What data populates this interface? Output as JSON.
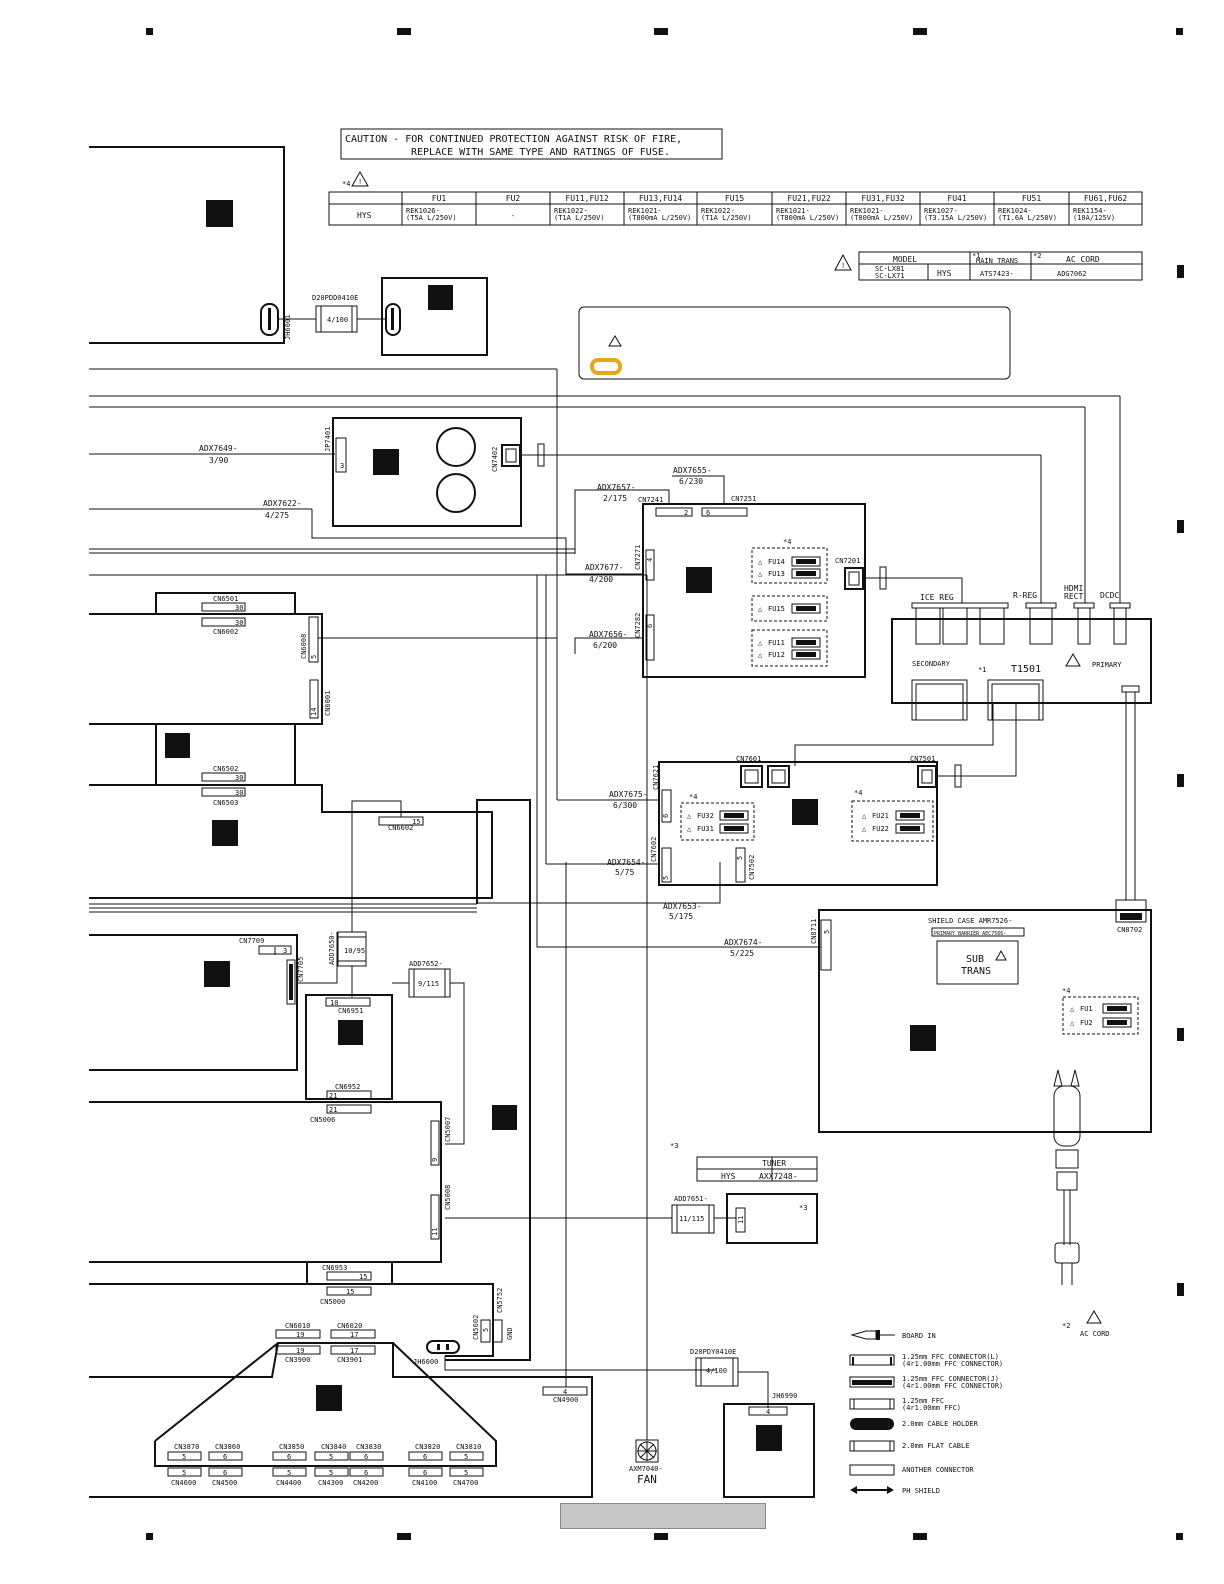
{
  "caution": {
    "line1": "CAUTION - FOR CONTINUED PROTECTION AGAINST RISK OF FIRE,",
    "line2": "REPLACE WITH SAME TYPE AND RATINGS OF FUSE."
  },
  "fuse_table": {
    "note": "*4",
    "columns": [
      "FU1",
      "FU2",
      "FU11,FU12",
      "FU13,FU14",
      "FU15",
      "FU21,FU22",
      "FU31,FU32",
      "FU41",
      "FU51",
      "FU61,FU62"
    ],
    "row_label": "HYS",
    "values": [
      [
        "REK1026-",
        "(T5A L/250V)"
      ],
      [
        "-",
        ""
      ],
      [
        "REK1022-",
        "(T1A L/250V)"
      ],
      [
        "REK1021-",
        "(T800mA L/250V)"
      ],
      [
        "REK1022-",
        "(T1A L/250V)"
      ],
      [
        "REK1021-",
        "(T800mA L/250V)"
      ],
      [
        "REK1021-",
        "(T800mA L/250V)"
      ],
      [
        "REK1027-",
        "(T3.15A L/250V)"
      ],
      [
        "REK1024-",
        "(T1.6A L/250V)"
      ],
      [
        "REK1154-",
        "(10A/125V)"
      ]
    ]
  },
  "model_table": {
    "model_header": "MODEL",
    "trans_note": "*1",
    "trans_header": "MAIN TRANS",
    "cord_note": "*2",
    "cord_header": "AC  CORD",
    "models": [
      "SC-LX81",
      "SC-LX71"
    ],
    "region": "HYS",
    "trans": "ATS7423-",
    "cord": "ADG7062"
  },
  "tuner_table": {
    "note": "*3",
    "header": "TUNER",
    "region": "HYS",
    "part": "AXX7248-"
  },
  "labels": {
    "dp_flat1": "D20PDD0410E",
    "dp_flat1_pins": "4/100",
    "jh_left": "JH6001",
    "jp7401": "JP7401",
    "jp7401_pin": "3",
    "cn7402": "CN7402",
    "adx7649": "ADX7649-",
    "adx7649_pins": "3/90",
    "adx7622": "ADX7622-",
    "adx7622_pins": "4/275",
    "adx7655": "ADX7655-",
    "adx7655_pins": "6/230",
    "adx7657": "ADX7657-",
    "adx7657_pins": "2/175",
    "cn7241": "CN7241",
    "cn7241_pin": "2",
    "cn7251": "CN7251",
    "cn7251_pin": "6",
    "cn7271": "CN7271",
    "cn7271_pin": "4",
    "cn7282": "CN7282",
    "cn7282_pin": "6",
    "adx7677": "ADX7677-",
    "adx7677_pins": "4/200",
    "adx7656": "ADX7656-",
    "adx7656_pins": "6/200",
    "cn7201": "CN7201",
    "fu14": "FU14",
    "fu13": "FU13",
    "fu15": "FU15",
    "fu11": "FU11",
    "fu12": "FU12",
    "star4": "*4",
    "cn6501": "CN6501",
    "cn6501_pin": "30",
    "cn6002_pin": "30",
    "cn6002": "CN6002",
    "cn6008": "CN6008",
    "cn6008_pin": "5",
    "cn6001": "CN6001",
    "cn6001_pin": "14",
    "cn6502": "CN6502",
    "cn6502_pin": "30",
    "cn6503_pin": "30",
    "cn6503": "CN6503",
    "cn6602_pin": "15",
    "cn6602": "CN6602",
    "ice_reg": "ICE REG",
    "r_reg": "R-REG",
    "hdmi_rect1": "HDMI",
    "hdmi_rect2": "RECT",
    "dcdc": "DCDC",
    "secondary": "SECONDARY",
    "primary": "PRIMARY",
    "star1": "*1",
    "t1501": "T1501",
    "cn7601": "CN7601",
    "cn7501": "CN7501",
    "cn7621": "CN7621",
    "cn7621_pin": "6",
    "adx7675": "ADX7675-",
    "adx7675_pins": "6/300",
    "fu32": "FU32",
    "fu31": "FU31",
    "fu21": "FU21",
    "fu22": "FU22",
    "cn7602": "CN7602",
    "cn7602_pin": "5",
    "cn7502": "CN7502",
    "cn7502_pin": "5",
    "adx7654": "ADX7654-",
    "adx7654_pins": "5/75",
    "adx7653": "ADX7653-",
    "adx7653_pins": "5/175",
    "adx7674": "ADX7674-",
    "adx7674_pins": "5/225",
    "cn8711": "CN8711",
    "cn8711_pin": "5",
    "cn8702": "CN8702",
    "shield_case": "SHIELD CASE  AMR7526-",
    "primary_barrier": "PRIMARY BARRIER AEC7566-",
    "sub1": "SUB",
    "sub2": "TRANS",
    "fu1": "FU1",
    "fu2": "FU2",
    "cn7709": "CN7709",
    "cn7709_pin": "3",
    "cn7705": "CN7705",
    "add7650": "ADD7650-",
    "add7650_pins": "10/95",
    "add7652": "ADD7652-",
    "add7652_pins": "9/115",
    "cn6951_pin": "10",
    "cn6951": "CN6951",
    "cn6952": "CN6952",
    "cn6952_pin": "21",
    "cn5006_pin": "21",
    "cn5006": "CN5006",
    "cn5007": "CN5007",
    "cn5007_pin": "9",
    "cn5008": "CN5008",
    "cn5008_pin": "11",
    "star3": "*3",
    "add7651": "ADD7651-",
    "add7651_pins": "11/115",
    "tuner_star3": "*3",
    "tuner_pin": "11",
    "cn6953": "CN6953",
    "cn6953_pin": "15",
    "cn5000_pin": "15",
    "cn5000": "CN5000",
    "cn5752": "CN5752",
    "cn5602": "CN5602",
    "cn5602_pin": "5",
    "gnd": "GND",
    "cn6010": "CN6010",
    "cn6010_pin": "19",
    "cn6020": "CN6020",
    "cn6020_pin": "17",
    "cn3900_pin": "19",
    "cn3900": "CN3900",
    "cn3901_pin": "17",
    "cn3901": "CN3901",
    "jh6000": "JH6000",
    "cn4900_pin": "4",
    "cn4900": "CN4900",
    "d20pdy": "D20PDY0410E",
    "d20pdy_pins": "4/100",
    "jh6990": "JH6990",
    "jh6990_pin": "4",
    "fan_part": "AXM7040-",
    "fan": "FAN",
    "cn3870": "CN3870",
    "cn3860": "CN3860",
    "cn3850": "CN3850",
    "cn3840": "CN3840",
    "cn3830": "CN3830",
    "cn3820": "CN3820",
    "cn3810": "CN3810",
    "cn4600": "CN4600",
    "cn4500": "CN4500",
    "cn4400": "CN4400",
    "cn4300": "CN4300",
    "cn4200": "CN4200",
    "cn4100": "CN4100",
    "cn4700": "CN4700",
    "pin5": "5",
    "pin6": "6",
    "star2": "*2",
    "ac_cord": "AC CORD"
  },
  "legend": [
    {
      "icon": "board-in-icon",
      "text": "BOARD IN"
    },
    {
      "icon": "ffc-connector-l-icon",
      "text": "1.25mm FFC CONNECTOR(L)",
      "text2": "(4r1.00mm FFC CONNECTOR)"
    },
    {
      "icon": "ffc-connector-j-icon",
      "text": "1.25mm FFC CONNECTOR(J)",
      "text2": "(4r1.00mm FFC CONNECTOR)"
    },
    {
      "icon": "ffc-icon",
      "text": "1.25mm FFC",
      "text2": "(4r1.00mm FFC)"
    },
    {
      "icon": "cable-holder-icon",
      "text": "2.0mm CABLE HOLDER"
    },
    {
      "icon": "flat-cable-icon",
      "text": "2.0mm FLAT CABLE"
    },
    {
      "icon": "another-connector-icon",
      "text": "ANOTHER CONNECTOR"
    },
    {
      "icon": "ph-shield-icon",
      "text": "PH SHIELD"
    }
  ]
}
